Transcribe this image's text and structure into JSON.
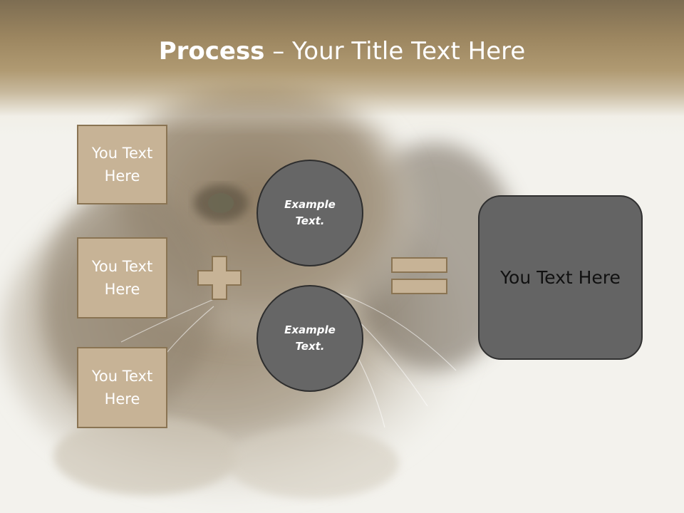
{
  "slide": {
    "title_bold": "Process",
    "title_rest": " – Your Title Text Here",
    "left_boxes": [
      {
        "text": "You Text Here"
      },
      {
        "text": "You Text Here"
      },
      {
        "text": "You Text Here"
      }
    ],
    "circles": [
      {
        "text": "Example Text."
      },
      {
        "text": "Example Text."
      }
    ],
    "operators": {
      "plus": "plus-sign",
      "equals": "equals-sign"
    },
    "result": {
      "text": "You Text Here"
    }
  },
  "colors": {
    "title_band": "#9c8660",
    "tan_box": "#c7b396",
    "tan_border": "#8a7453",
    "circle_fill": "#666666",
    "result_fill": "#646464"
  }
}
